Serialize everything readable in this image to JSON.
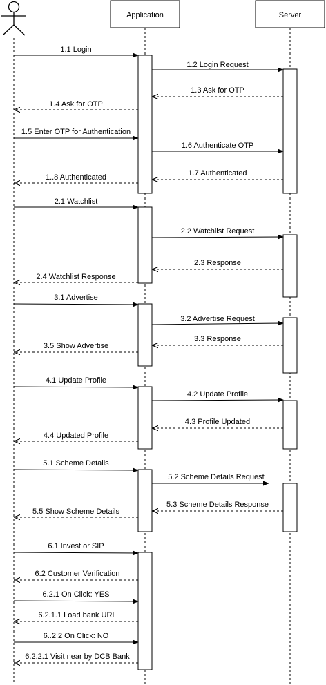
{
  "participants": {
    "actor": "",
    "application": "Application",
    "server": "Server"
  },
  "messages": [
    {
      "label": "1.1 Login",
      "from": "actor",
      "to": "application",
      "type": "sync"
    },
    {
      "label": "1.2 Login Request",
      "from": "application",
      "to": "server",
      "type": "sync"
    },
    {
      "label": "1.3 Ask for OTP",
      "from": "server",
      "to": "application",
      "type": "return"
    },
    {
      "label": "1.4 Ask for OTP",
      "from": "application",
      "to": "actor",
      "type": "return"
    },
    {
      "label": "1.5 Enter OTP for Authentication",
      "from": "actor",
      "to": "application",
      "type": "sync"
    },
    {
      "label": "1.6 Authenticate OTP",
      "from": "application",
      "to": "server",
      "type": "sync"
    },
    {
      "label": "1.7 Authenticated",
      "from": "server",
      "to": "application",
      "type": "return"
    },
    {
      "label": "1..8 Authenticated",
      "from": "application",
      "to": "actor",
      "type": "return"
    },
    {
      "label": "2.1 Watchlist",
      "from": "actor",
      "to": "application",
      "type": "sync"
    },
    {
      "label": "2.2 Watchlist Request",
      "from": "application",
      "to": "server",
      "type": "sync"
    },
    {
      "label": "2.3 Response",
      "from": "server",
      "to": "application",
      "type": "return"
    },
    {
      "label": "2.4 Watchlist Response",
      "from": "application",
      "to": "actor",
      "type": "return"
    },
    {
      "label": "3.1 Advertise",
      "from": "actor",
      "to": "application",
      "type": "sync"
    },
    {
      "label": "3.2 Advertise Request",
      "from": "application",
      "to": "server",
      "type": "sync"
    },
    {
      "label": "3.3 Response",
      "from": "server",
      "to": "application",
      "type": "return"
    },
    {
      "label": "3.5 Show Advertise",
      "from": "application",
      "to": "actor",
      "type": "return"
    },
    {
      "label": "4.1 Update Profile",
      "from": "actor",
      "to": "application",
      "type": "sync"
    },
    {
      "label": "4.2 Update Profile",
      "from": "application",
      "to": "server",
      "type": "sync"
    },
    {
      "label": "4.3 Profile Updated",
      "from": "server",
      "to": "application",
      "type": "return"
    },
    {
      "label": "4.4 Updated Profile",
      "from": "application",
      "to": "actor",
      "type": "return"
    },
    {
      "label": "5.1 Scheme Details",
      "from": "actor",
      "to": "application",
      "type": "sync"
    },
    {
      "label": "5.2 Scheme Details Request",
      "from": "application",
      "to": "server",
      "type": "sync"
    },
    {
      "label": "5.3 Scheme Details Response",
      "from": "server",
      "to": "application",
      "type": "return"
    },
    {
      "label": "5.5 Show Scheme Details",
      "from": "application",
      "to": "actor",
      "type": "return"
    },
    {
      "label": "6.1 Invest or SIP",
      "from": "actor",
      "to": "application",
      "type": "sync"
    },
    {
      "label": "6.2 Customer Verification",
      "from": "application",
      "to": "actor",
      "type": "return"
    },
    {
      "label": "6.2.1 On Click: YES",
      "from": "actor",
      "to": "application",
      "type": "sync"
    },
    {
      "label": "6.2.1.1 Load bank URL",
      "from": "application",
      "to": "actor",
      "type": "return"
    },
    {
      "label": "6..2.2 On Click: NO",
      "from": "actor",
      "to": "application",
      "type": "sync"
    },
    {
      "label": "6.2.2.1 Visit near by DCB Bank",
      "from": "application",
      "to": "actor",
      "type": "return"
    }
  ]
}
